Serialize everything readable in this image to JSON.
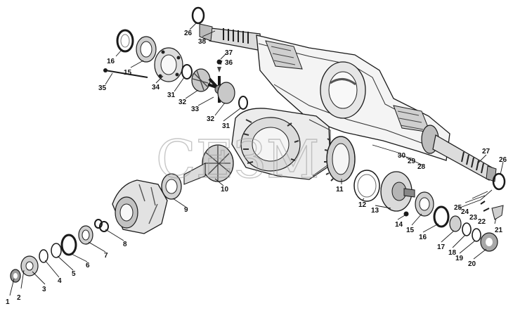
{
  "watermark": "СЕЗМ",
  "colors": {
    "line": "#1a1a1a",
    "shade": "#7a7a7a",
    "light": "#d9d9d9",
    "background": "#ffffff"
  },
  "labels": [
    "1",
    "2",
    "3",
    "4",
    "5",
    "6",
    "7",
    "8",
    "9",
    "10",
    "11",
    "12",
    "13",
    "14",
    "15",
    "16",
    "17",
    "18",
    "19",
    "20",
    "21",
    "22",
    "23",
    "24",
    "25",
    "26",
    "27",
    "28",
    "29",
    "30",
    "31",
    "32",
    "33",
    "34",
    "35",
    "36",
    "37",
    "38"
  ]
}
